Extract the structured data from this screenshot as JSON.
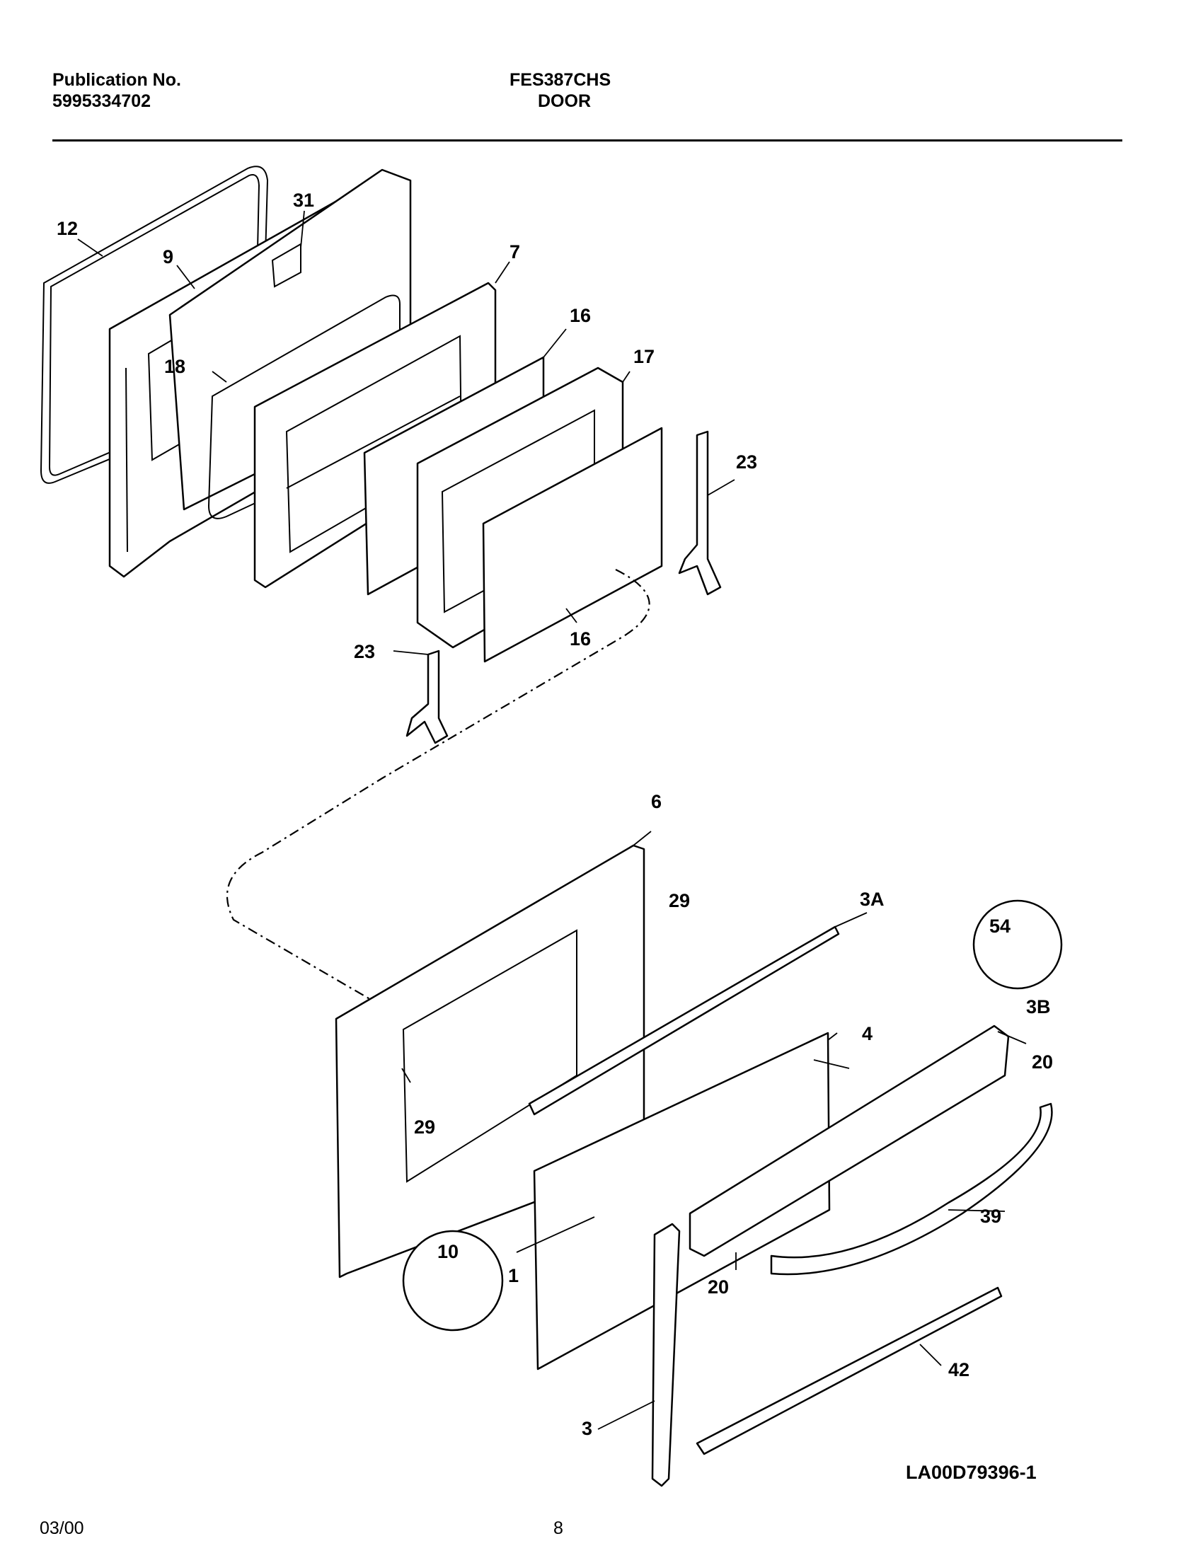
{
  "header": {
    "publication_label": "Publication No.",
    "publication_number": "5995334702",
    "model": "FES387CHS",
    "section": "DOOR"
  },
  "footer": {
    "date": "03/00",
    "page_number": "8",
    "drawing_id": "LA00D79396-1"
  },
  "callouts": {
    "c12": "12",
    "c9": "9",
    "c31": "31",
    "c7": "7",
    "c16a": "16",
    "c17": "17",
    "c18": "18",
    "c23a": "23",
    "c23b": "23",
    "c16b": "16",
    "c6": "6",
    "c29a": "29",
    "c3A": "3A",
    "c54": "54",
    "c4": "4",
    "c3B": "3B",
    "c20a": "20",
    "c29b": "29",
    "c10": "10",
    "c39": "39",
    "c1": "1",
    "c20b": "20",
    "c42": "42",
    "c3": "3"
  }
}
